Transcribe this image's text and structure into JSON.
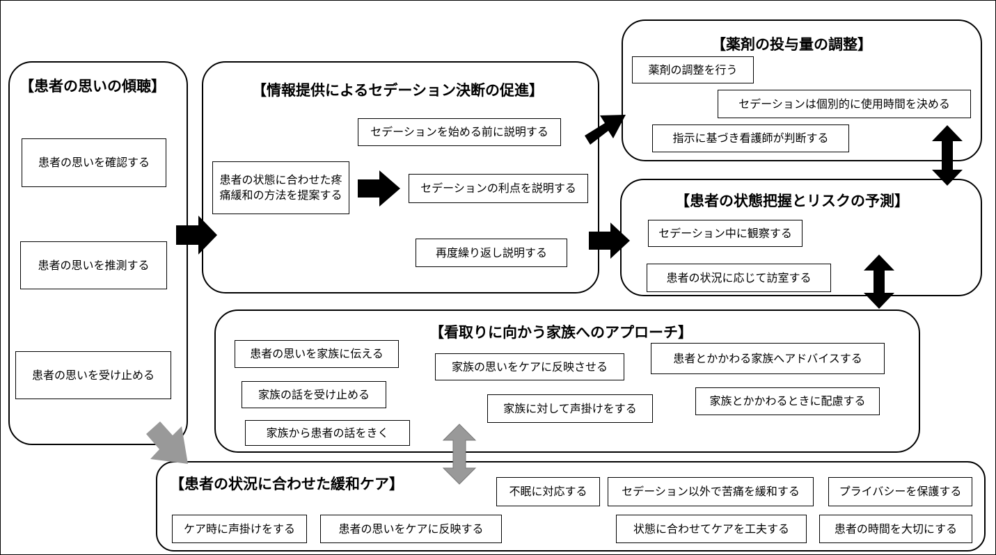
{
  "groups": {
    "listen": {
      "title": "【患者の思いの傾聴】",
      "items": [
        "患者の思いを確認する",
        "患者の思いを推測する",
        "患者の思いを受け止める"
      ]
    },
    "info": {
      "title": "【情報提供によるセデーション決断の促進】",
      "source": "患者の状態に合わせた疼痛緩和の方法を提案する",
      "items": [
        "セデーションを始める前に説明する",
        "セデーションの利点を説明する",
        "再度繰り返し説明する"
      ]
    },
    "dose": {
      "title": "【薬剤の投与量の調整】",
      "items": [
        "薬剤の調整を行う",
        "セデーションは個別的に使用時間を決める",
        "指示に基づき看護師が判断する"
      ]
    },
    "risk": {
      "title": "【患者の状態把握とリスクの予測】",
      "items": [
        "セデーション中に観察する",
        "患者の状況に応じて訪室する"
      ]
    },
    "family": {
      "title": "【看取りに向かう家族へのアプローチ】",
      "items": [
        "患者の思いを家族に伝える",
        "家族の話を受け止める",
        "家族から患者の話をきく",
        "家族の思いをケアに反映させる",
        "家族に対して声掛けをする",
        "患者とかかわる家族へアドバイスする",
        "家族とかかわるときに配慮する"
      ]
    },
    "care": {
      "title": "【患者の状況に合わせた緩和ケア】",
      "items": [
        "不眠に対応する",
        "セデーション以外で苦痛を緩和する",
        "プライバシーを保護する",
        "ケア時に声掛けをする",
        "患者の思いをケアに反映する",
        "状態に合わせてケアを工夫する",
        "患者の時間を大切にする"
      ]
    }
  },
  "colors": {
    "black_arrow": "#000000",
    "gray_arrow": "#999999",
    "border": "#000000"
  }
}
